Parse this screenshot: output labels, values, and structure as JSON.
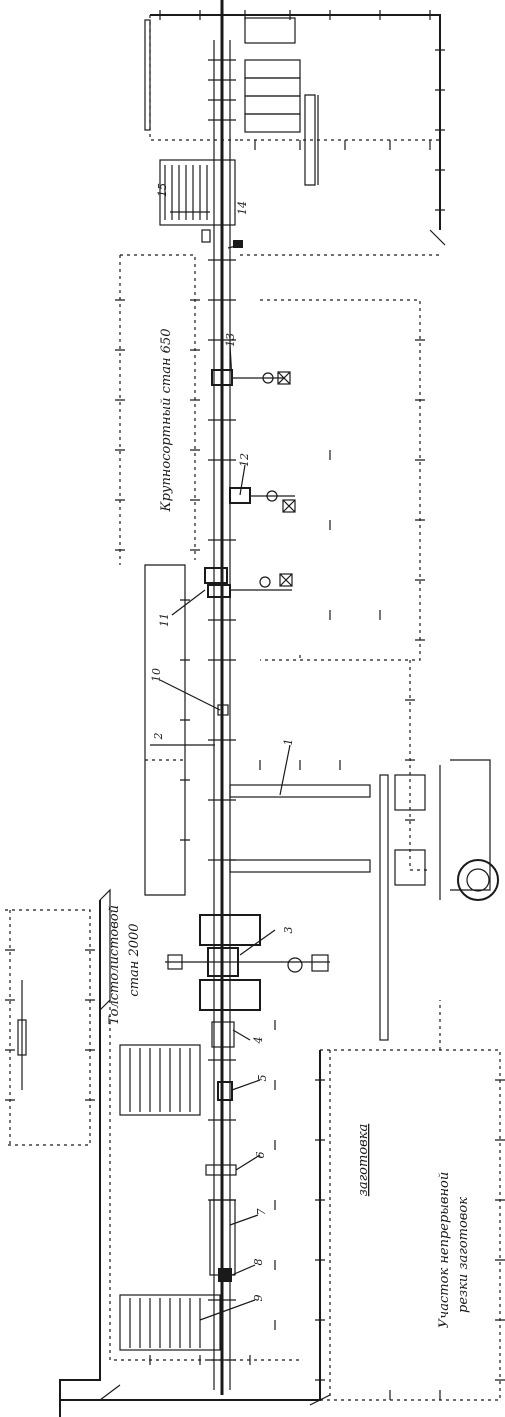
{
  "labels": {
    "mill_650": "Крупносортный стан 650",
    "mill_2000_line1": "Толстолистовой",
    "mill_2000_line2": "стан 2000",
    "billet": "заготовка",
    "cutting_line1": "Участок непрерывной",
    "cutting_line2": "резки заготовок"
  },
  "numbers": [
    "1",
    "2",
    "3",
    "4",
    "5",
    "6",
    "7",
    "8",
    "9",
    "10",
    "11",
    "12",
    "13",
    "14",
    "15"
  ]
}
